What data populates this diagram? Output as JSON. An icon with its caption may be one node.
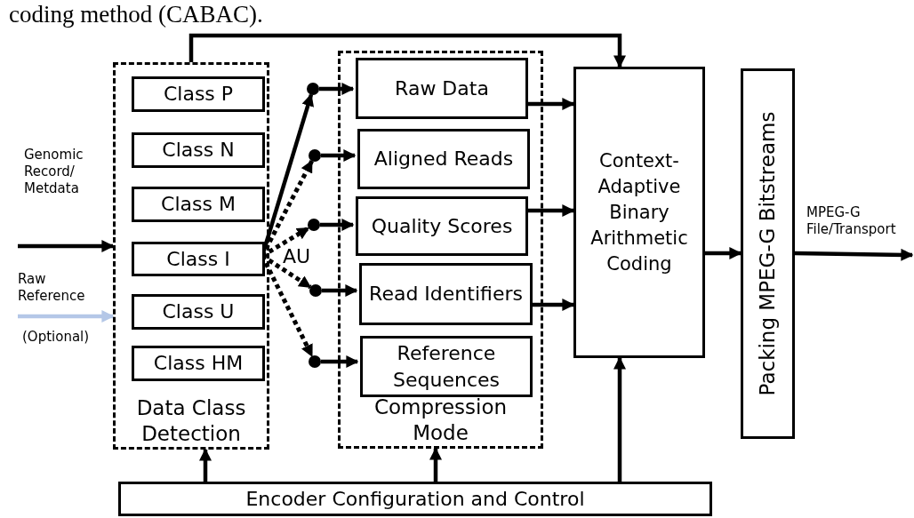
{
  "diagram": {
    "caption": "coding method (CABAC).",
    "nodes": [
      {
        "text": [
          "Data Class Detection"
        ]
      },
      {
        "text": [
          "Class P"
        ],
        "in": 0
      },
      {
        "text": [
          "Class N"
        ],
        "in": 0
      },
      {
        "text": [
          "Class M"
        ],
        "in": 0
      },
      {
        "text": [
          "Class I"
        ],
        "in": 0
      },
      {
        "text": [
          "Class U"
        ],
        "in": 0
      },
      {
        "text": [
          "Class HM"
        ],
        "in": 0
      },
      {
        "text": [
          "Compression Mode"
        ]
      },
      {
        "text": [
          "Raw Data"
        ],
        "in": 7
      },
      {
        "text": [
          "Aligned Reads"
        ],
        "in": 7
      },
      {
        "text": [
          "Quality Scores"
        ],
        "in": 7
      },
      {
        "text": [
          "Read Identifiers"
        ],
        "in": 7
      },
      {
        "text": [
          "Reference Sequences"
        ],
        "in": 7
      },
      {
        "text": [
          "Context-Adaptive Binary Arithmetic Coding"
        ]
      },
      {
        "text": [
          "Packing MPEG-G Bitstreams"
        ]
      },
      {
        "text": [
          "Encoder Configuration and Control"
        ]
      },
      {
        "text": [],
        "shape": "circle"
      },
      {
        "text": [],
        "shape": "circle"
      },
      {
        "text": [],
        "shape": "circle"
      },
      {
        "text": [],
        "shape": "circle"
      },
      {
        "text": [],
        "shape": "circle"
      }
    ],
    "edges": [
      {
        "from": null,
        "to": 0,
        "arrow": "to",
        "label": "Genomic Record/ Metdata"
      },
      {
        "from": null,
        "to": 0,
        "arrow": "to",
        "label": "Raw Reference",
        "color": "#b4c7e7"
      },
      {
        "from": 0,
        "to": 13,
        "arrow": "to"
      },
      {
        "from": 15,
        "to": 0,
        "arrow": "to"
      },
      {
        "from": 15,
        "to": 7,
        "arrow": "to"
      },
      {
        "from": 15,
        "to": 13,
        "arrow": "to"
      },
      {
        "from": 8,
        "to": 13,
        "arrow": "to"
      },
      {
        "from": 10,
        "to": 13,
        "arrow": "to"
      },
      {
        "from": 11,
        "to": 13,
        "arrow": "to"
      },
      {
        "from": 13,
        "to": 14,
        "arrow": "to"
      },
      {
        "from": 14,
        "to": null,
        "arrow": "to",
        "label": "MPEG-G File/Transport"
      },
      {
        "from": 4,
        "to": 16,
        "arrow": "to"
      },
      {
        "from": 4,
        "to": 17,
        "arrow": "to",
        "style": "dashed"
      },
      {
        "from": 4,
        "to": 18,
        "arrow": "to",
        "style": "dashed"
      },
      {
        "from": 4,
        "to": 19,
        "arrow": "to",
        "style": "dashed"
      },
      {
        "from": 4,
        "to": 20,
        "arrow": "to",
        "style": "dashed"
      },
      {
        "from": 16,
        "to": 8,
        "arrow": "to"
      },
      {
        "from": 17,
        "to": 9,
        "arrow": "to"
      },
      {
        "from": 18,
        "to": 10,
        "arrow": "to"
      },
      {
        "from": 19,
        "to": 11,
        "arrow": "to"
      },
      {
        "from": 20,
        "to": 12,
        "arrow": "to"
      }
    ],
    "labels": [
      "AU",
      "(Optional)"
    ]
  }
}
